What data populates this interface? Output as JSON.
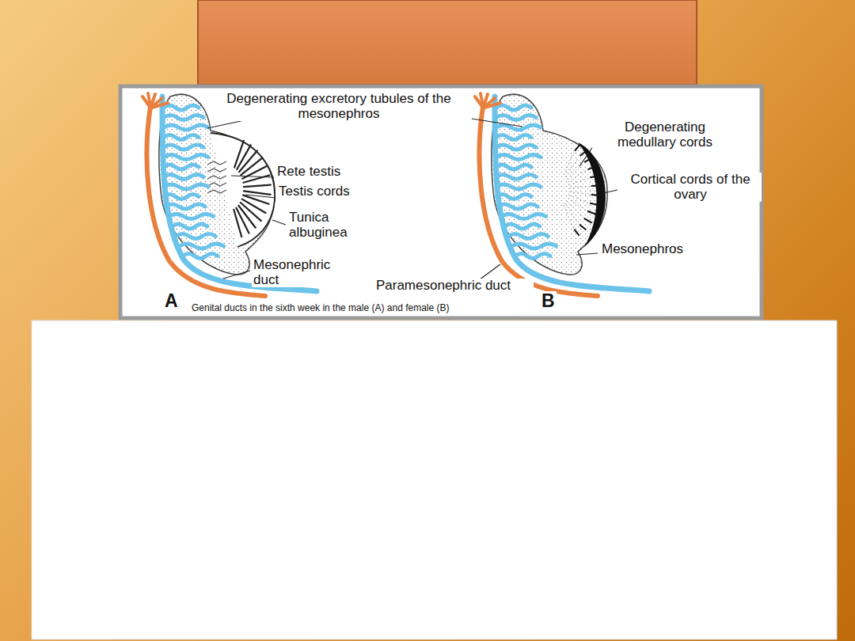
{
  "diagram": {
    "caption": "Genital ducts in the sixth week in the male (A) and female (B)",
    "labels": [
      "Degenerating excretory tubules of the mesonephros",
      "Rete testis",
      "Testis cords",
      "Tunica albuginea",
      "Mesonephric duct",
      "A",
      "Degenerating medullary cords",
      "Cortical cords of the ovary",
      "Mesonephros",
      "Paramesonephric duct",
      "B"
    ]
  }
}
